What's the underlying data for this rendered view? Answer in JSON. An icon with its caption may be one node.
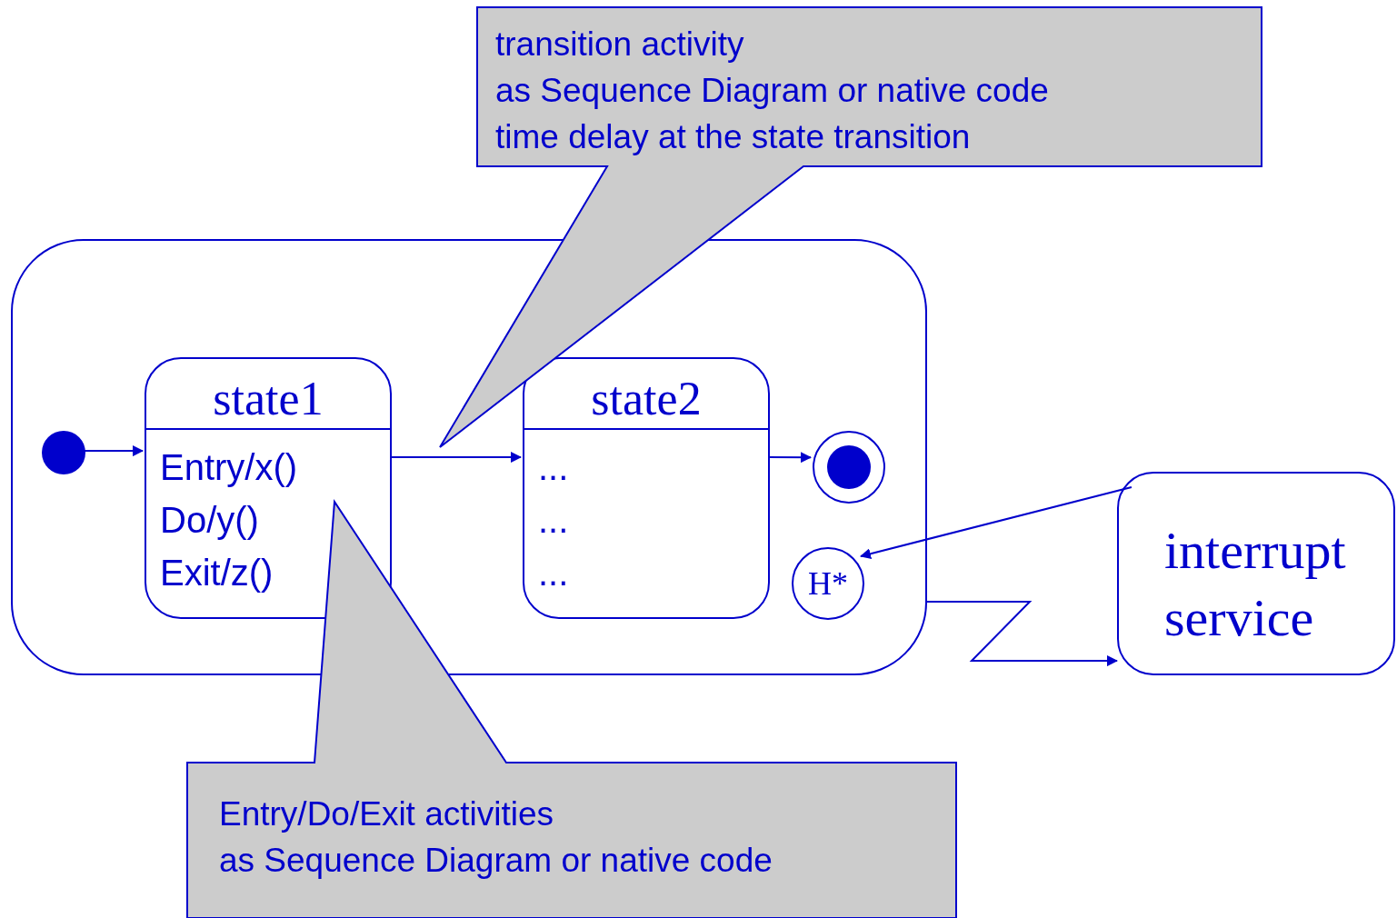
{
  "diagram": {
    "nodes": [
      {
        "text": [],
        "shape": "box"
      },
      {
        "text": [
          "state1",
          "Entry/x()",
          "Do/y()",
          "Exit/z()"
        ],
        "in": 0
      },
      {
        "text": [
          "state2",
          "...",
          "...",
          "..."
        ],
        "in": 0
      },
      {
        "text": [],
        "shape": "circle",
        "in": 0
      },
      {
        "text": [],
        "shape": "circle",
        "in": 0
      },
      {
        "text": [
          "H*"
        ],
        "in": 0
      },
      {
        "text": [
          "interrupt service"
        ]
      },
      {
        "text": [
          "transition activity",
          "as Sequence Diagram or native code",
          "time delay at the state transition"
        ]
      },
      {
        "text": [
          "Entry/Do/Exit activities",
          "as Sequence Diagram or native code"
        ]
      }
    ],
    "edges": [
      {
        "from": 3,
        "to": 1,
        "arrow": "to"
      },
      {
        "from": 1,
        "to": 2,
        "arrow": "to"
      },
      {
        "from": 2,
        "to": 4,
        "arrow": "to"
      },
      {
        "from": 6,
        "to": 5,
        "arrow": "to"
      },
      {
        "from": 0,
        "to": 6,
        "arrow": "to"
      }
    ]
  }
}
